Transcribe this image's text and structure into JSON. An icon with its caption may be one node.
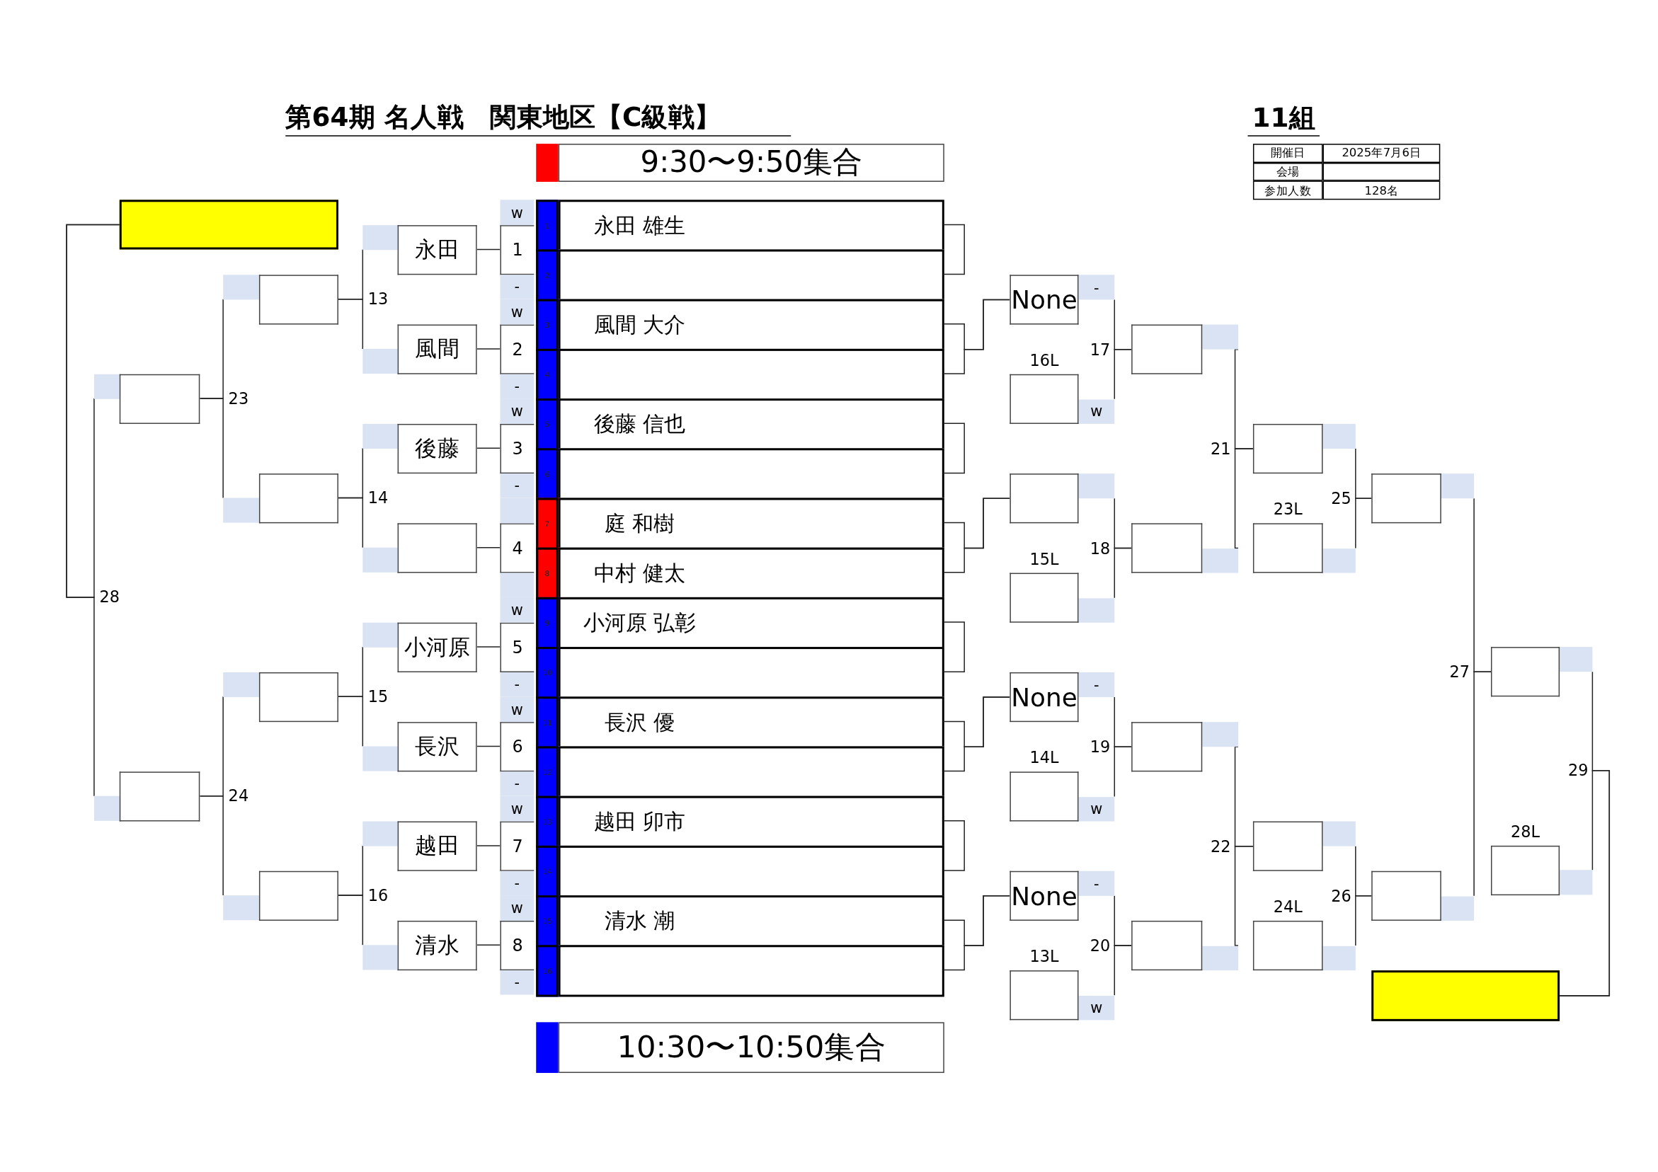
{
  "diagram": {
    "title": "第64期 名人戦　関東地区【C級戦】",
    "nodes": [
      {
        "text": [],
        "shape": "box"
      },
      {
        "text": [
          "永田"
        ]
      },
      {
        "text": [
          "風間"
        ]
      },
      {
        "text": [
          "後藤"
        ]
      },
      {
        "text": [],
        "shape": "box"
      },
      {
        "text": [
          "小河原"
        ]
      },
      {
        "text": [
          "長沢"
        ]
      },
      {
        "text": [
          "越田"
        ]
      },
      {
        "text": [
          "清水"
        ]
      },
      {
        "text": [
          "1"
        ]
      },
      {
        "text": [
          "2"
        ]
      },
      {
        "text": [
          "3"
        ]
      },
      {
        "text": [
          "4"
        ]
      },
      {
        "text": [
          "5"
        ]
      },
      {
        "text": [
          "6"
        ]
      },
      {
        "text": [
          "7"
        ]
      },
      {
        "text": [
          "8"
        ]
      },
      {
        "text": [],
        "shape": "box"
      },
      {
        "text": [],
        "shape": "box"
      },
      {
        "text": [],
        "shape": "box"
      },
      {
        "text": [],
        "shape": "box"
      },
      {
        "text": [],
        "shape": "box"
      },
      {
        "text": [],
        "shape": "box"
      },
      {
        "text": [
          "永田 雄生"
        ]
      },
      {
        "text": [],
        "shape": "box"
      },
      {
        "text": [
          "風間 大介"
        ]
      },
      {
        "text": [],
        "shape": "box"
      },
      {
        "text": [
          "後藤 信也"
        ]
      },
      {
        "text": [],
        "shape": "box"
      },
      {
        "text": [
          "庭 和樹"
        ]
      },
      {
        "text": [
          "中村 健太"
        ]
      },
      {
        "text": [
          "小河原 弘彰"
        ]
      },
      {
        "text": [],
        "shape": "box"
      },
      {
        "text": [
          "長沢 優"
        ]
      },
      {
        "text": [],
        "shape": "box"
      },
      {
        "text": [
          "越田 卯市"
        ]
      },
      {
        "text": [],
        "shape": "box"
      },
      {
        "text": [
          "清水 潮"
        ]
      },
      {
        "text": [],
        "shape": "box"
      },
      {
        "text": [
          "None"
        ]
      },
      {
        "text": [],
        "shape": "box",
        "beside": [
          "16L"
        ]
      },
      {
        "text": [],
        "shape": "box"
      },
      {
        "text": [],
        "shape": "box",
        "beside": [
          "15L"
        ]
      },
      {
        "text": [
          "None"
        ]
      },
      {
        "text": [],
        "shape": "box",
        "beside": [
          "14L"
        ]
      },
      {
        "text": [
          "None"
        ]
      },
      {
        "text": [],
        "shape": "box",
        "beside": [
          "13L"
        ]
      },
      {
        "text": [],
        "shape": "box"
      },
      {
        "text": [],
        "shape": "box"
      },
      {
        "text": [],
        "shape": "box"
      },
      {
        "text": [],
        "shape": "box"
      },
      {
        "text": [],
        "shape": "box"
      },
      {
        "text": [],
        "shape": "box",
        "beside": [
          "23L"
        ]
      },
      {
        "text": [],
        "shape": "box"
      },
      {
        "text": [],
        "shape": "box",
        "beside": [
          "24L"
        ]
      },
      {
        "text": [],
        "shape": "box"
      },
      {
        "text": [],
        "shape": "box"
      },
      {
        "text": [],
        "shape": "box"
      },
      {
        "text": [],
        "shape": "box",
        "beside": [
          "28L"
        ]
      },
      {
        "text": [],
        "shape": "box"
      }
    ],
    "edges": [
      {
        "from": 9,
        "to": 1,
        "arrow": "none"
      },
      {
        "from": 10,
        "to": 2,
        "arrow": "none"
      },
      {
        "from": 11,
        "to": 3,
        "arrow": "none"
      },
      {
        "from": 12,
        "to": 4,
        "arrow": "none"
      },
      {
        "from": 13,
        "to": 5,
        "arrow": "none"
      },
      {
        "from": 14,
        "to": 6,
        "arrow": "none"
      },
      {
        "from": 15,
        "to": 7,
        "arrow": "none"
      },
      {
        "from": 16,
        "to": 8,
        "arrow": "none"
      },
      {
        "from": 1,
        "to": 17,
        "arrow": "none"
      },
      {
        "from": 2,
        "to": 17,
        "arrow": "none"
      },
      {
        "from": 3,
        "to": 18,
        "arrow": "none"
      },
      {
        "from": 4,
        "to": 18,
        "arrow": "none"
      },
      {
        "from": 5,
        "to": 19,
        "arrow": "none"
      },
      {
        "from": 6,
        "to": 19,
        "arrow": "none"
      },
      {
        "from": 7,
        "to": 20,
        "arrow": "none"
      },
      {
        "from": 8,
        "to": 20,
        "arrow": "none"
      },
      {
        "from": 17,
        "to": 21,
        "arrow": "none"
      },
      {
        "from": 18,
        "to": 21,
        "arrow": "none"
      },
      {
        "from": 19,
        "to": 22,
        "arrow": "none"
      },
      {
        "from": 20,
        "to": 22,
        "arrow": "none"
      },
      {
        "from": 21,
        "to": 0,
        "arrow": "none"
      },
      {
        "from": 22,
        "to": 0,
        "arrow": "none"
      },
      {
        "from": 23,
        "to": 24,
        "arrow": "none"
      },
      {
        "from": 27,
        "to": 28,
        "arrow": "none"
      },
      {
        "from": 31,
        "to": 32,
        "arrow": "none"
      },
      {
        "from": 35,
        "to": 36,
        "arrow": "none"
      },
      {
        "from": 25,
        "to": 39,
        "arrow": "none"
      },
      {
        "from": 26,
        "to": 39,
        "arrow": "none"
      },
      {
        "from": 29,
        "to": 41,
        "arrow": "none"
      },
      {
        "from": 30,
        "to": 41,
        "arrow": "none"
      },
      {
        "from": 33,
        "to": 43,
        "arrow": "none"
      },
      {
        "from": 34,
        "to": 43,
        "arrow": "none"
      },
      {
        "from": 37,
        "to": 45,
        "arrow": "none"
      },
      {
        "from": 38,
        "to": 45,
        "arrow": "none"
      },
      {
        "from": 39,
        "to": 47,
        "arrow": "none"
      },
      {
        "from": 40,
        "to": 47,
        "arrow": "none"
      },
      {
        "from": 41,
        "to": 48,
        "arrow": "none"
      },
      {
        "from": 42,
        "to": 48,
        "arrow": "none"
      },
      {
        "from": 43,
        "to": 49,
        "arrow": "none"
      },
      {
        "from": 44,
        "to": 49,
        "arrow": "none"
      },
      {
        "from": 45,
        "to": 50,
        "arrow": "none"
      },
      {
        "from": 46,
        "to": 50,
        "arrow": "none"
      },
      {
        "from": 47,
        "to": 51,
        "arrow": "none"
      },
      {
        "from": 48,
        "to": 51,
        "arrow": "none"
      },
      {
        "from": 49,
        "to": 53,
        "arrow": "none"
      },
      {
        "from": 50,
        "to": 53,
        "arrow": "none"
      },
      {
        "from": 51,
        "to": 55,
        "arrow": "none"
      },
      {
        "from": 52,
        "to": 55,
        "arrow": "none"
      },
      {
        "from": 53,
        "to": 56,
        "arrow": "none"
      },
      {
        "from": 54,
        "to": 56,
        "arrow": "none"
      },
      {
        "from": 55,
        "to": 57,
        "arrow": "none"
      },
      {
        "from": 56,
        "to": 57,
        "arrow": "none"
      },
      {
        "from": 57,
        "to": 59,
        "arrow": "none"
      },
      {
        "from": 58,
        "to": 59,
        "arrow": "none"
      }
    ],
    "labels": [
      "11組",
      "開催日",
      "2025年7月6日",
      "会場",
      "参加人数",
      "128名",
      "w",
      "-",
      "w",
      "-",
      "w",
      "-",
      "w",
      "-",
      "w",
      "-",
      "w",
      "-",
      "w",
      "-",
      "1",
      "2",
      "3",
      "4",
      "5",
      "6",
      "7",
      "8",
      "9",
      "10",
      "11",
      "12",
      "13",
      "14",
      "15",
      "16",
      "13",
      "14",
      "15",
      "16",
      "23",
      "24",
      "28",
      "-",
      "w",
      "-",
      "w",
      "-",
      "w",
      "17",
      "18",
      "19",
      "20",
      "21",
      "22",
      "25",
      "26",
      "27",
      "29"
    ],
    "legend": [
      {
        "text": "9:30〜9:50集合",
        "color": "#ff0000"
      },
      {
        "text": "10:30〜10:50集合",
        "color": "#0000ff"
      }
    ]
  }
}
